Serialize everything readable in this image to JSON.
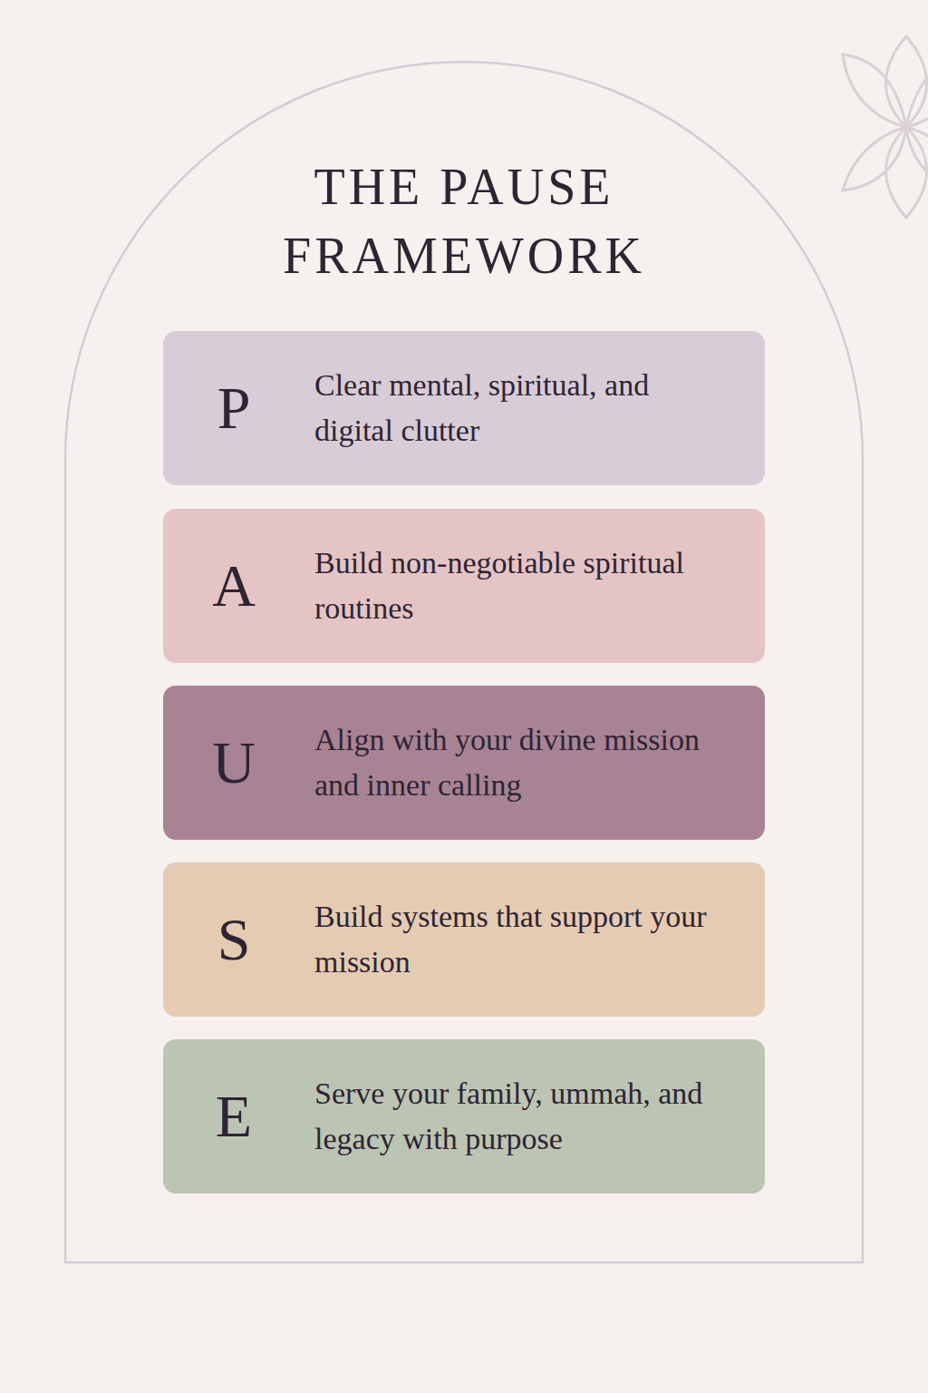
{
  "diagram": {
    "title": "THE PAUSE FRAMEWORK",
    "nodes": [
      {
        "text": [
          "P",
          "Clear mental, spiritual, and digital clutter"
        ]
      },
      {
        "text": [
          "A",
          "Build non-negotiable spiritual routines"
        ]
      },
      {
        "text": [
          "U",
          "Align with your divine mission and inner calling"
        ]
      },
      {
        "text": [
          "S",
          "Build systems that support your mission"
        ]
      },
      {
        "text": [
          "E",
          "Serve your family, ummah, and legacy with purpose"
        ]
      }
    ]
  }
}
